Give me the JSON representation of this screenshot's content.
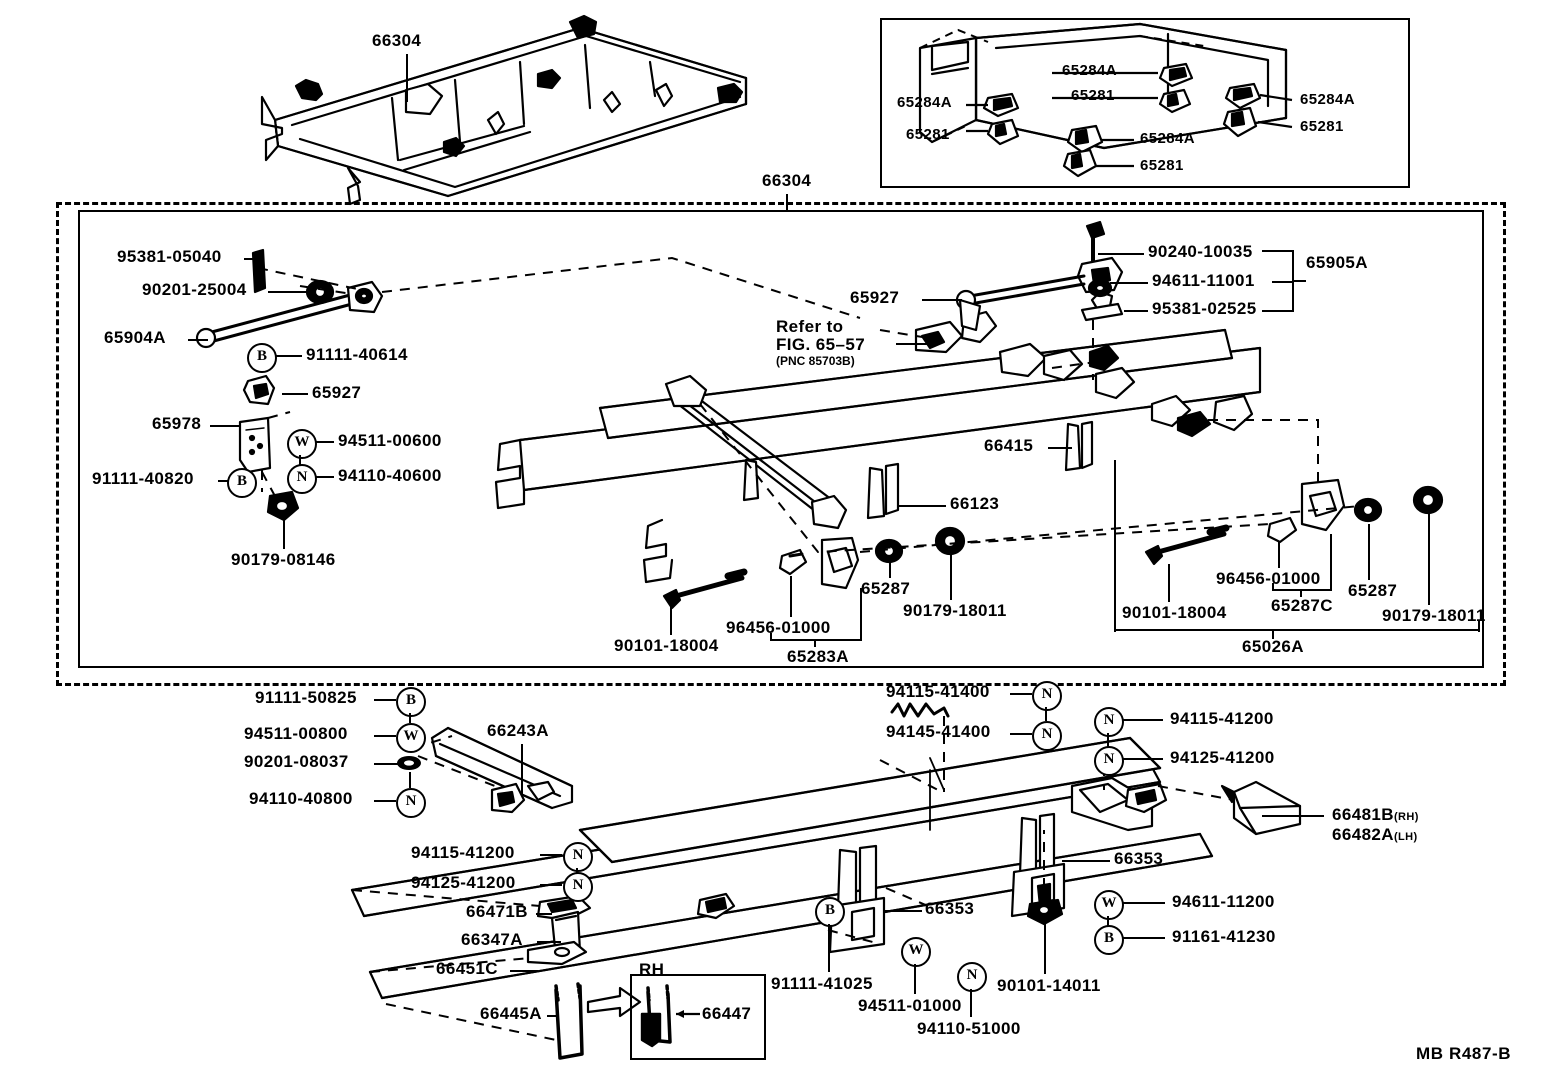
{
  "sheet": {
    "footer_code": "MB R487-B",
    "top_assembly_label": "66304",
    "group_label": "66304"
  },
  "inset_top_right": {
    "labels": [
      {
        "id": "65284A-upper-mid",
        "text": "65284A"
      },
      {
        "id": "65281-upper-mid",
        "text": "65281"
      },
      {
        "id": "65284A-left",
        "text": "65284A"
      },
      {
        "id": "65281-left",
        "text": "65281"
      },
      {
        "id": "65284A-right",
        "text": "65284A"
      },
      {
        "id": "65281-right",
        "text": "65281"
      },
      {
        "id": "65284A-bottom",
        "text": "65284A"
      },
      {
        "id": "65281-bottom",
        "text": "65281"
      }
    ]
  },
  "main_group": {
    "left_column": [
      {
        "part": "95381-05040",
        "marker": ""
      },
      {
        "part": "90201-25004",
        "marker": ""
      },
      {
        "part": "65904A",
        "marker": ""
      },
      {
        "part": "91111-40614",
        "marker": "B"
      },
      {
        "part": "65927",
        "marker": ""
      },
      {
        "part": "65978",
        "marker": ""
      },
      {
        "part": "94511-00600",
        "marker": "W"
      },
      {
        "part": "94110-40600",
        "marker": "N"
      },
      {
        "part": "91111-40820",
        "marker": "B"
      },
      {
        "part": "90179-08146",
        "marker": ""
      }
    ],
    "refer_note": {
      "line1": "Refer to",
      "line2": "FIG. 65–57",
      "line3": "(PNC 85703B)"
    },
    "right_column": [
      {
        "part": "90240-10035",
        "marker": ""
      },
      {
        "part": "94611-11001",
        "marker": ""
      },
      {
        "part": "95381-02525",
        "marker": ""
      }
    ],
    "bracket_right": "65905A",
    "center_labels": [
      {
        "part": "65927"
      },
      {
        "part": "66415"
      },
      {
        "part": "66123"
      },
      {
        "part": "65287"
      },
      {
        "part": "90179-18011"
      },
      {
        "part": "90101-18004"
      },
      {
        "part": "96456-01000"
      },
      {
        "part": "65283A"
      }
    ],
    "right_labels": [
      {
        "part": "96456-01000"
      },
      {
        "part": "65287"
      },
      {
        "part": "65287C"
      },
      {
        "part": "90101-18004"
      },
      {
        "part": "90179-18011"
      },
      {
        "part": "65026A"
      }
    ]
  },
  "lower_group": {
    "left_column": [
      {
        "part": "91111-50825",
        "marker": "B"
      },
      {
        "part": "94511-00800",
        "marker": "W"
      },
      {
        "part": "90201-08037",
        "marker": "washer"
      },
      {
        "part": "94110-40800",
        "marker": "N"
      }
    ],
    "mid_left_column": [
      {
        "part": "94115-41200",
        "marker": "N"
      },
      {
        "part": "94125-41200",
        "marker": "N"
      },
      {
        "part": "66471B",
        "marker": ""
      },
      {
        "part": "66347A",
        "marker": ""
      },
      {
        "part": "66451C",
        "marker": ""
      },
      {
        "part": "66445A",
        "marker": ""
      }
    ],
    "beam_label": "66243A",
    "top_center_column": [
      {
        "part": "94115-41400",
        "marker": "N"
      },
      {
        "part": "94145-41400",
        "marker": "N"
      }
    ],
    "top_right_column": [
      {
        "part": "94115-41200",
        "marker": "N"
      },
      {
        "part": "94125-41200",
        "marker": "N"
      }
    ],
    "center_labels": [
      {
        "part": "66353",
        "id": "66353-right"
      },
      {
        "part": "66353",
        "id": "66353-left"
      },
      {
        "part": "91111-41025",
        "marker": "B"
      },
      {
        "part": "94511-01000",
        "marker": "W"
      },
      {
        "part": "94110-51000",
        "marker": "N"
      },
      {
        "part": "90101-14011",
        "marker": ""
      }
    ],
    "right_column": [
      {
        "part": "94611-11200",
        "marker": "W"
      },
      {
        "part": "91161-41230",
        "marker": "B"
      }
    ],
    "rh_inset": {
      "title": "RH",
      "part": "66447"
    },
    "corner_part": {
      "line1_code": "66481B",
      "line1_side": "(RH)",
      "line2_code": "66482A",
      "line2_side": "(LH)"
    }
  }
}
